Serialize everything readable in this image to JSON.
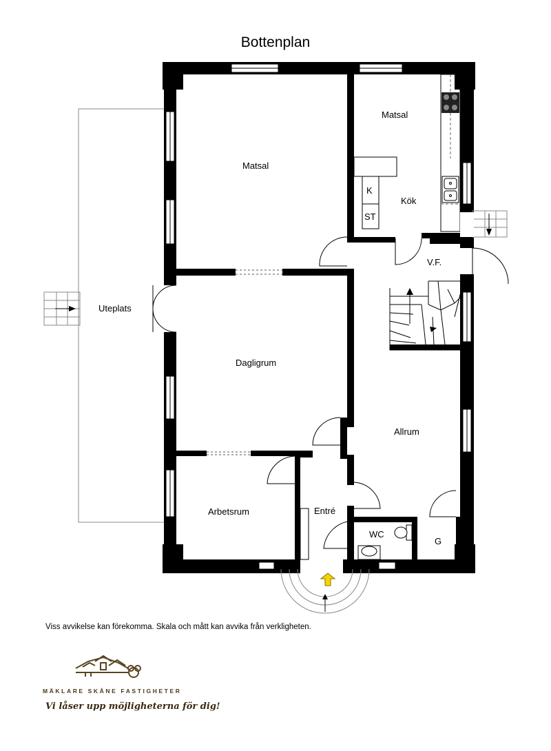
{
  "title": "Bottenplan",
  "rooms": {
    "matsal_1": "Matsal",
    "matsal_2": "Matsal",
    "kok": "Kök",
    "k": "K",
    "st": "ST",
    "vf": "V.F.",
    "uteplats": "Uteplats",
    "dagligrum": "Dagligrum",
    "allrum": "Allrum",
    "arbetsrum": "Arbetsrum",
    "entre": "Entré",
    "wc": "WC",
    "g": "G"
  },
  "disclaimer": "Viss avvikelse kan förekomma. Skala och mått kan avvika från verkligheten.",
  "brand": {
    "name": "MÄKLARE SKÅNE FASTIGHETER",
    "tagline": "Vi låser upp möjligheterna för dig!"
  },
  "colors": {
    "wall": "#000000",
    "entrance_arrow": "#f5d400",
    "brand": "#4a3a1a"
  }
}
